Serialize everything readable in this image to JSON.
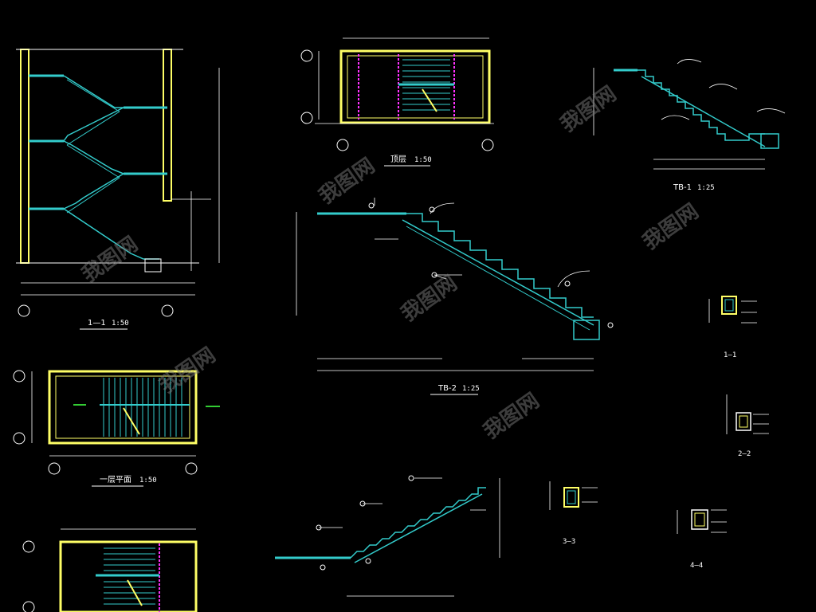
{
  "drawing": {
    "background": "#000000",
    "colors": {
      "frame": "#ffff66",
      "stair": "#33cccc",
      "leader": "#ffffff",
      "accent": "#ff33ff",
      "green": "#33cc33"
    },
    "views": [
      {
        "id": "section-1-1",
        "title": "1—1",
        "scale": "1:50"
      },
      {
        "id": "plan-top",
        "title": "顶层",
        "scale": "1:50"
      },
      {
        "id": "stair-ta1",
        "title": "TB-1",
        "scale": "1:25"
      },
      {
        "id": "stair-tb2",
        "title": "TB-2",
        "scale": "1:25"
      },
      {
        "id": "plan-first",
        "title": "一层平面",
        "scale": "1:50"
      },
      {
        "id": "detail-1",
        "title": "1—1",
        "scale": ""
      },
      {
        "id": "detail-2",
        "title": "2—2",
        "scale": ""
      },
      {
        "id": "detail-3",
        "title": "3—3",
        "scale": ""
      },
      {
        "id": "detail-4",
        "title": "4—4",
        "scale": ""
      }
    ],
    "watermark": "我图网"
  }
}
